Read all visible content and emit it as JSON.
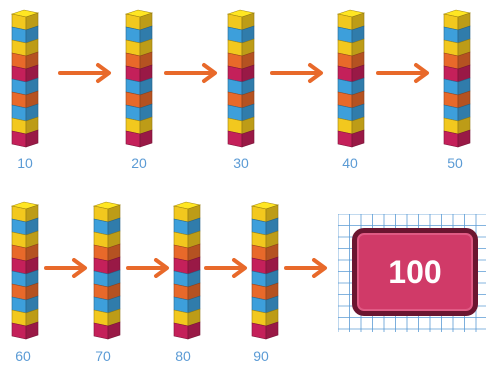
{
  "steps": [
    {
      "label": "10"
    },
    {
      "label": "20"
    },
    {
      "label": "30"
    },
    {
      "label": "40"
    },
    {
      "label": "50"
    },
    {
      "label": "60"
    },
    {
      "label": "70"
    },
    {
      "label": "80"
    },
    {
      "label": "90"
    }
  ],
  "hundred": {
    "label": "100"
  },
  "colors": {
    "cube_sequence": [
      "#f2c81e",
      "#3d9fdb",
      "#f2c81e",
      "#e8692a",
      "#c4205a",
      "#3d9fdb",
      "#e8692a",
      "#3d9fdb",
      "#f2c81e",
      "#c4205a"
    ],
    "arrow": "#e8692a",
    "label": "#5b9bd5",
    "tile_fill": "#d03a68",
    "tile_border": "#6b1530",
    "grid_line": "#5b9bd5"
  },
  "icons": {
    "arrow": "right-arrow-icon",
    "tower": "ten-cube-tower-icon"
  }
}
